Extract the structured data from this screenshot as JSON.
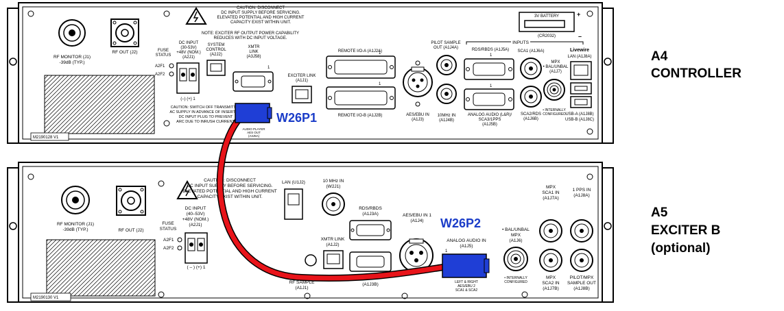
{
  "a4": {
    "panel_label": "A4",
    "panel_sub": "CONTROLLER",
    "part_no": "M2190128 V1",
    "rf_monitor": "RF MONITOR (J1)",
    "rf_monitor_sub": "-39dB (TYP.)",
    "rf_out": "RF OUT (J2)",
    "caution_top": [
      "CAUTION: DISCONNECT",
      "DC INPUT SUPPLY BEFORE SERVICING.",
      "ELEVATED POTENTIAL AND HIGH CURRENT",
      "CAPACITY EXIST WITHIN UNIT."
    ],
    "note": [
      "NOTE: EXCITER RF OUTPUT POWER CAPABILITY",
      "REDUCES WITH DC INPUT VOLTAGE."
    ],
    "fuse_status": [
      "FUSE",
      "STATUS"
    ],
    "dc_input": [
      "DC INPUT",
      "(30-53V)",
      "+48V (NOM.)",
      "(A2J1)"
    ],
    "a2f1": "A2F1",
    "a2f2": "A2F2",
    "polarity": "(–)    (+) 1",
    "system_control": [
      "SYSTEM",
      "CONTROL",
      "(A2J2)"
    ],
    "xmtr_link": [
      "XMTR",
      "LINK",
      "(A3J58)"
    ],
    "exciter_link": [
      "EXCITER LINK",
      "(A1J1)"
    ],
    "remote_a": "REMOTE I/O-A (A1J2A)",
    "remote_b": "REMOTE I/O-B (A1J2B)",
    "pilot_sample": [
      "PILOT SAMPLE",
      "OUT (A1J4A)"
    ],
    "rds": "RDS/RBDS (A1J5A)",
    "inputs": "INPUTS",
    "sca1": "SCA1 (A1J6A)",
    "battery": "3V BATTERY",
    "battery_model": "(CR2032)",
    "battery_plus": "+",
    "battery_minus": "–",
    "livewire": "Livewire",
    "lan": "LAN (A1J8A)",
    "mpx": [
      "MPX",
      "• BAL/UNBAL",
      "(A1J7)"
    ],
    "aes_ebu": [
      "AES/EBU IN",
      "(A1J3)"
    ],
    "tenmhz": [
      "10MHz IN",
      "(A1J4B)"
    ],
    "analog_audio": [
      "ANALOG AUDIO (L&R)/",
      "SCA3/1PPS",
      "(A1J5B)"
    ],
    "sca2": [
      "SCA2/RDS",
      "(A1J6B)"
    ],
    "internally": [
      "• INTERNALLY",
      "CONFIGURED"
    ],
    "usb": [
      "USB-A (A1J8B)",
      "USB-B (A1J8C)"
    ],
    "caution_bottom": [
      "CAUTION: SWITCH OFF TRANSMITTER",
      "AC SUPPLY IN ADVANCE OF INSERTING",
      "DC INPUT PLUG TO PREVENT",
      "ARC DUE TO INRUSH CURRENT."
    ],
    "audio_player": [
      "AUDIO PLAYER",
      "AES OUT",
      "(A3J5A)"
    ],
    "pin_one": "1"
  },
  "a5": {
    "panel_label": "A5",
    "panel_sub": "EXCITER B",
    "panel_opt": "(optional)",
    "part_no": "M2190130   V1",
    "rf_monitor": "RF MONITOR (J1)",
    "rf_monitor_sub": "-39dB (TYP.)",
    "rf_out": "RF OUT (J2)",
    "caution_top": [
      "CAUTION: DISCONNECT",
      "DC INPUT SUPPLY BEFORE SERVICING.",
      "ELEVATED POTENTIAL AND HIGH CURRENT",
      "CAPACITY EXIST WITHIN UNIT."
    ],
    "lan": "LAN (U1J2)",
    "tenmhz": [
      "10 MHz IN",
      "(W2J1)"
    ],
    "fuse_status": [
      "FUSE",
      "STATUS"
    ],
    "dc_input": [
      "DC INPUT",
      "(40–53V)",
      "+48V (NOM.)",
      "(A2J1)"
    ],
    "a2f1": "A2F1",
    "a2f2": "A2F2",
    "polarity": "( – ) (+) 1",
    "rds": [
      "RDS/RBDS",
      "(A1J3A)"
    ],
    "aes_ebu": [
      "AES/EBU IN 1",
      "(A1J4)"
    ],
    "analog_audio": [
      "ANALOG AUDIO IN",
      "(A1J5)"
    ],
    "xmtr_link": [
      "XMTR LINK",
      "(A1J2)"
    ],
    "xmtr_rf": [
      "XMTR",
      "RF SAMPLE",
      "(A1J1)"
    ],
    "a1j3b": "(A1J3B)",
    "left_right": [
      "LEFT & RIGHT",
      "AES/EBU 2",
      "SCA1 & SCA2"
    ],
    "bal_unbal": [
      "• BAL/UNBAL",
      "MPX",
      "(A1J6)"
    ],
    "internally": [
      "• INTERNALLY",
      "CONFIGURED"
    ],
    "mpx_sca1": [
      "MPX",
      "SCA1 IN",
      "(A1J7A)"
    ],
    "mpx_sca2": [
      "MPX",
      "SCA2 IN",
      "(A1J7B)"
    ],
    "pps": [
      "1 PPS IN",
      "(A1J8A)"
    ],
    "pilot": [
      "PILOT/MPX",
      "SAMPLE OUT",
      "(A1J8B)"
    ],
    "pin_one": "1"
  },
  "cable": {
    "plug1_label": "W26P1",
    "plug2_label": "W26P2",
    "color": "#e8141a",
    "plug_color": "#1f3ed6"
  }
}
